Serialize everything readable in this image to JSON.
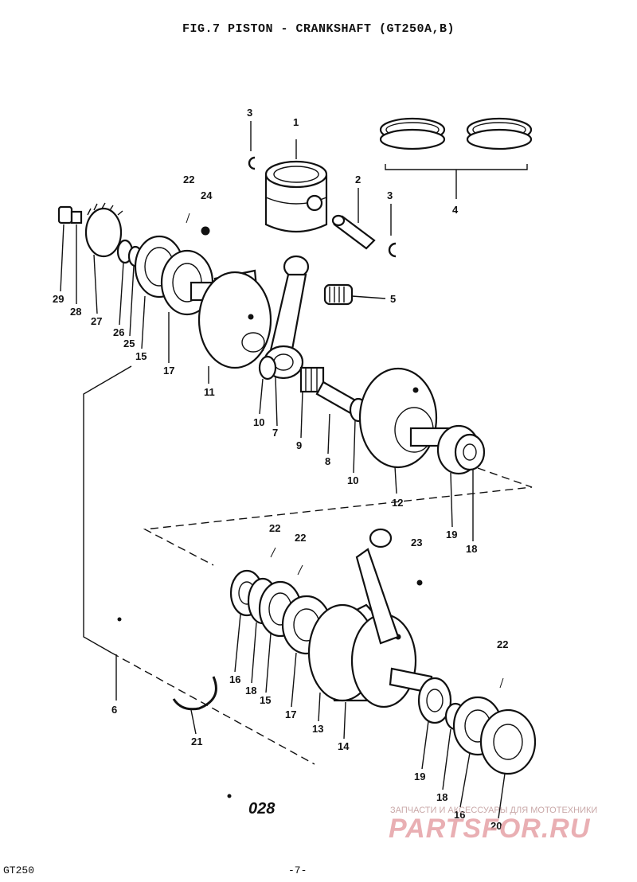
{
  "title": "FIG.7  PISTON - CRANKSHAFT (GT250A,B)",
  "code": "028",
  "footer": {
    "model": "GT250",
    "page": "-7-"
  },
  "watermark": {
    "top": "ЗАПЧАСТИ И АКСЕССУАРЫ ДЛЯ МОТОТЕХНИКИ",
    "brand": "PARTSFOR.RU"
  },
  "labels": [
    {
      "id": "l1",
      "text": "1"
    },
    {
      "id": "l2",
      "text": "2"
    },
    {
      "id": "l3a",
      "text": "3"
    },
    {
      "id": "l3b",
      "text": "3"
    },
    {
      "id": "l4",
      "text": "4"
    },
    {
      "id": "l5",
      "text": "5"
    },
    {
      "id": "l6",
      "text": "6"
    },
    {
      "id": "l7",
      "text": "7"
    },
    {
      "id": "l8",
      "text": "8"
    },
    {
      "id": "l9",
      "text": "9"
    },
    {
      "id": "l10a",
      "text": "10"
    },
    {
      "id": "l10b",
      "text": "10"
    },
    {
      "id": "l11",
      "text": "11"
    },
    {
      "id": "l12",
      "text": "12"
    },
    {
      "id": "l13",
      "text": "13"
    },
    {
      "id": "l14",
      "text": "14"
    },
    {
      "id": "l15a",
      "text": "15"
    },
    {
      "id": "l15b",
      "text": "15"
    },
    {
      "id": "l16a",
      "text": "16"
    },
    {
      "id": "l16b",
      "text": "16"
    },
    {
      "id": "l17a",
      "text": "17"
    },
    {
      "id": "l17b",
      "text": "17"
    },
    {
      "id": "l18a",
      "text": "18"
    },
    {
      "id": "l18b",
      "text": "18"
    },
    {
      "id": "l18c",
      "text": "18"
    },
    {
      "id": "l19a",
      "text": "19"
    },
    {
      "id": "l19b",
      "text": "19"
    },
    {
      "id": "l20",
      "text": "20"
    },
    {
      "id": "l21",
      "text": "21"
    },
    {
      "id": "l22a",
      "text": "22"
    },
    {
      "id": "l22b",
      "text": "22"
    },
    {
      "id": "l22c",
      "text": "22"
    },
    {
      "id": "l22d",
      "text": "22"
    },
    {
      "id": "l23",
      "text": "23"
    },
    {
      "id": "l24",
      "text": "24"
    },
    {
      "id": "l25",
      "text": "25"
    },
    {
      "id": "l26",
      "text": "26"
    },
    {
      "id": "l27",
      "text": "27"
    },
    {
      "id": "l28",
      "text": "28"
    },
    {
      "id": "l29",
      "text": "29"
    }
  ]
}
